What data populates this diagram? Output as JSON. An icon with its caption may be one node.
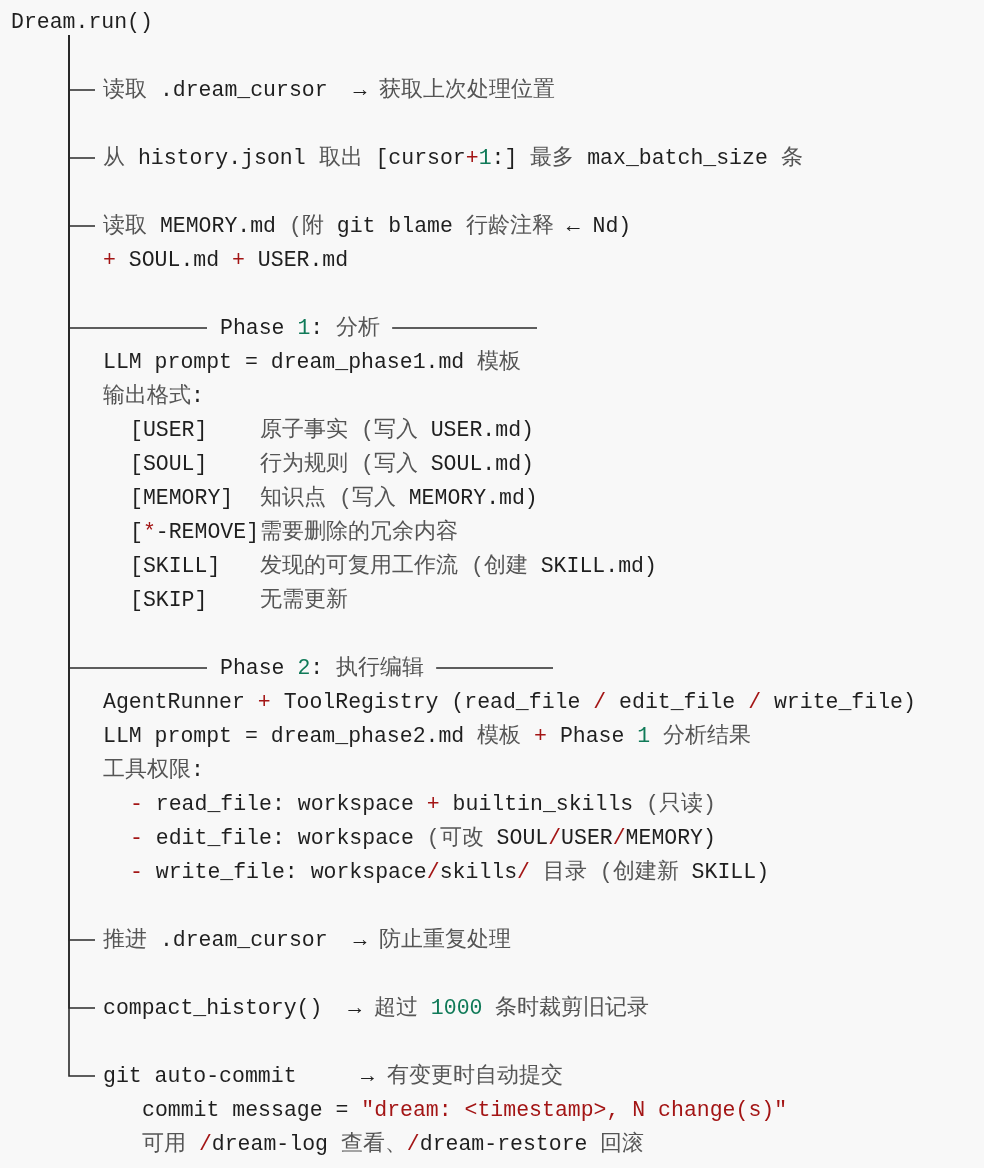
{
  "diagram": {
    "nodes": [
      {
        "text": [
          "Dream.run()"
        ]
      },
      {
        "text": [
          "读取 .dream_cursor  → 获取上次处理位置"
        ]
      },
      {
        "text": [
          "从 history.jsonl 取出 [cursor+1:] 最多 max_batch_size 条"
        ]
      },
      {
        "text": [
          "读取 MEMORY.md (附 git blame 行龄注释 ← Nd)",
          "+ SOUL.md + USER.md"
        ]
      },
      {
        "text": [
          "Phase 1: 分析",
          "LLM prompt = dream_phase1.md 模板",
          "输出格式:",
          "[USER]",
          "原子事实 (写入 USER.md)",
          "[SOUL]",
          "行为规则 (写入 SOUL.md)",
          "[MEMORY]",
          "知识点 (写入 MEMORY.md)",
          "[*-REMOVE]",
          "需要删除的冗余内容",
          "[SKILL]",
          "发现的可复用工作流 (创建 SKILL.md)",
          "[SKIP]",
          "无需更新"
        ]
      },
      {
        "text": [
          "Phase 2: 执行编辑",
          "AgentRunner + ToolRegistry (read_file / edit_file / write_file)",
          "LLM prompt = dream_phase2.md 模板 + Phase 1 分析结果",
          "工具权限:",
          "- read_file: workspace + builtin_skills (只读)",
          "- edit_file: workspace (可改 SOUL/USER/MEMORY)",
          "- write_file: workspace/skills/ 目录 (创建新 SKILL)"
        ]
      },
      {
        "text": [
          "推进 .dream_cursor  → 防止重复处理"
        ]
      },
      {
        "text": [
          "compact_history()  → 超过 1000 条时裁剪旧记录"
        ]
      },
      {
        "text": [
          "git auto-commit     → 有变更时自动提交",
          "commit message = \"dream: <timestamp>, N change(s)\"",
          "可用 /dream-log 查看、/dream-restore 回滚"
        ]
      }
    ],
    "edges": [
      {
        "from": 0,
        "to": 1,
        "arrow": "none"
      },
      {
        "from": 0,
        "to": 2,
        "arrow": "none"
      },
      {
        "from": 0,
        "to": 3,
        "arrow": "none"
      },
      {
        "from": 0,
        "to": 4,
        "arrow": "none"
      },
      {
        "from": 0,
        "to": 5,
        "arrow": "none"
      },
      {
        "from": 0,
        "to": 6,
        "arrow": "none"
      },
      {
        "from": 0,
        "to": 7,
        "arrow": "none"
      },
      {
        "from": 0,
        "to": 8,
        "arrow": "none"
      }
    ]
  }
}
